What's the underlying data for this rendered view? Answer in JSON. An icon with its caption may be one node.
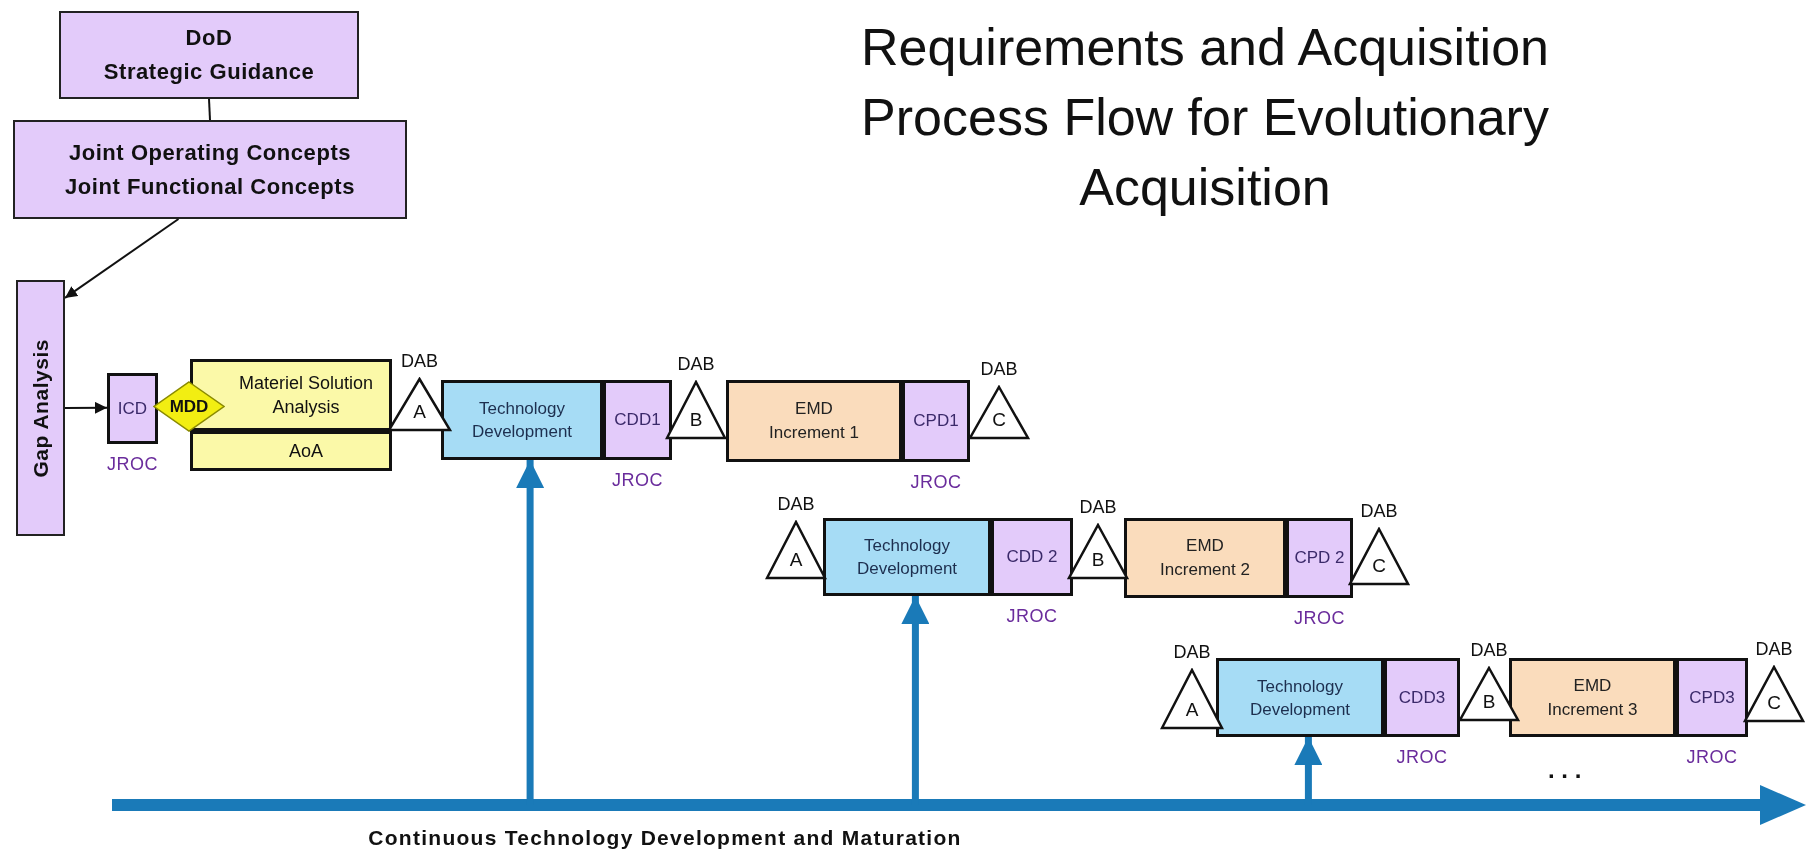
{
  "diagram": {
    "title": "Requirements and Acquisition Process Flow for Evolutionary Acquisition",
    "nodes": [
      {
        "text": [
          "DoD",
          "Strategic Guidance"
        ]
      },
      {
        "text": [
          "Joint Operating Concepts",
          "Joint Functional Concepts"
        ]
      },
      {
        "text": [
          "Gap Analysis"
        ]
      },
      {
        "text": [
          "ICD"
        ],
        "beside": [
          "JROC"
        ]
      },
      {
        "text": [
          "MDD"
        ]
      },
      {
        "text": [
          "Materiel Solution Analysis"
        ]
      },
      {
        "text": [
          "AoA"
        ]
      },
      {
        "text": [
          "A"
        ],
        "beside": [
          "DAB"
        ]
      },
      {
        "text": [
          "Technology Development"
        ]
      },
      {
        "text": [
          "CDD1"
        ],
        "beside": [
          "JROC"
        ]
      },
      {
        "text": [
          "B"
        ],
        "beside": [
          "DAB"
        ]
      },
      {
        "text": [
          "EMD",
          "Increment 1"
        ]
      },
      {
        "text": [
          "CPD1"
        ],
        "beside": [
          "JROC"
        ]
      },
      {
        "text": [
          "C"
        ],
        "beside": [
          "DAB"
        ]
      },
      {
        "text": [
          "A"
        ],
        "beside": [
          "DAB"
        ]
      },
      {
        "text": [
          "Technology Development"
        ]
      },
      {
        "text": [
          "CDD 2"
        ],
        "beside": [
          "JROC"
        ]
      },
      {
        "text": [
          "B"
        ],
        "beside": [
          "DAB"
        ]
      },
      {
        "text": [
          "EMD",
          "Increment 2"
        ]
      },
      {
        "text": [
          "CPD 2"
        ],
        "beside": [
          "JROC"
        ]
      },
      {
        "text": [
          "C"
        ],
        "beside": [
          "DAB"
        ]
      },
      {
        "text": [
          "A"
        ],
        "beside": [
          "DAB"
        ]
      },
      {
        "text": [
          "Technology Development"
        ]
      },
      {
        "text": [
          "CDD3"
        ],
        "beside": [
          "JROC"
        ]
      },
      {
        "text": [
          "B"
        ],
        "beside": [
          "DAB"
        ]
      },
      {
        "text": [
          "EMD",
          "Increment 3"
        ]
      },
      {
        "text": [
          "CPD3"
        ],
        "beside": [
          "JROC"
        ]
      },
      {
        "text": [
          "C"
        ],
        "beside": [
          "DAB"
        ]
      }
    ],
    "edges": [
      {
        "from": 0,
        "to": 1,
        "arrow": "none"
      },
      {
        "from": 1,
        "to": 2,
        "arrow": "to"
      },
      {
        "from": 2,
        "to": 3,
        "arrow": "to"
      },
      {
        "from": null,
        "to": 8,
        "arrow": "to",
        "style": "thick",
        "color": "#1a7ab8"
      },
      {
        "from": null,
        "to": 15,
        "arrow": "to",
        "style": "thick",
        "color": "#1a7ab8"
      },
      {
        "from": null,
        "to": 22,
        "arrow": "to",
        "style": "thick",
        "color": "#1a7ab8"
      }
    ],
    "labels": [
      ". . .",
      "Continuous Technology Development and Maturation"
    ]
  }
}
